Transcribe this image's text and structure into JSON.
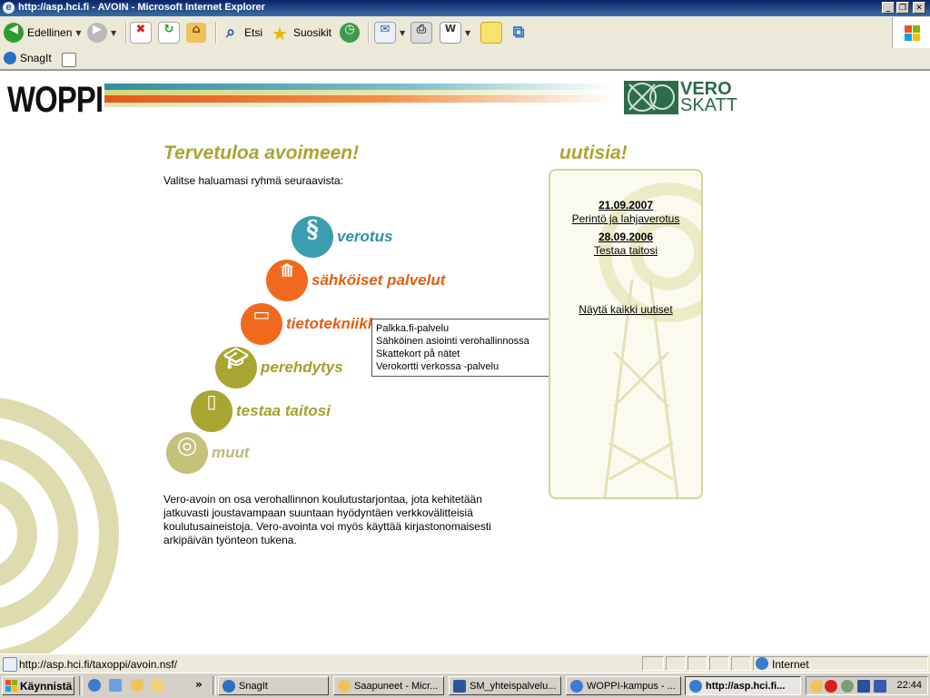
{
  "window": {
    "title": "http://asp.hci.fi - AVOIN - Microsoft Internet Explorer"
  },
  "toolbar": {
    "back_label": "Edellinen",
    "search_label": "Etsi",
    "favorites_label": "Suosikit"
  },
  "linksbar": {
    "snagit_label": "SnagIt"
  },
  "page": {
    "logo_text": "WOPPI",
    "partner_logo_line1": "VERO",
    "partner_logo_line2": "SKATT",
    "welcome_heading": "Tervetuloa avoimeen!",
    "choose_text": "Valitse haluamasi ryhmä seuraavista:",
    "categories": [
      {
        "label": "verotus",
        "icon": "paragraph-icon",
        "color": "#3c9cb0",
        "label_color": "#2f8fa6"
      },
      {
        "label": "sähköiset palvelut",
        "icon": "antenna-icon",
        "color": "#ef6a1e",
        "label_color": "#e25f12"
      },
      {
        "label": "tietotekniikka",
        "icon": "computer-icon",
        "color": "#ef6a1e",
        "label_color": "#e25f12"
      },
      {
        "label": "perehdytys",
        "icon": "graduation-cap-icon",
        "color": "#a9a531",
        "label_color": "#a2a02a"
      },
      {
        "label": "testaa taitosi",
        "icon": "book-icon",
        "color": "#a9a531",
        "label_color": "#a2a02a"
      },
      {
        "label": "muut",
        "icon": "rings-icon",
        "color": "#c4c17a",
        "label_color": "#bdb97a"
      }
    ],
    "description": "Vero-avoin on osa verohallinnon koulutustarjontaa, jota kehitetään jatkuvasti joustavampaan suuntaan hyödyntäen verkkovälitteisiä koulutusaineistoja. Vero-avointa voi myös käyttää kirjastonomaisesti arkipäivän työnteon tukena.",
    "submenu": [
      "Palkka.fi-palvelu",
      "Sähköinen asiointi verohallinnossa",
      "Skattekort på nätet",
      "Verokortti verkossa -palvelu"
    ]
  },
  "news": {
    "heading": "uutisia!",
    "items": [
      {
        "date": "21.09.2007",
        "title": "Perintö ja lahjaverotus"
      },
      {
        "date": "28.09.2006",
        "title": "Testaa taitosi"
      }
    ],
    "all_news_link": "Näytä kaikki uutiset"
  },
  "statusbar": {
    "url": "http://asp.hci.fi/taxoppi/avoin.nsf/",
    "zone": "Internet"
  },
  "taskbar": {
    "start_label": "Käynnistä",
    "tasks": [
      {
        "label": "SnagIt",
        "active": false
      },
      {
        "label": "Saapuneet - Micr...",
        "active": false
      },
      {
        "label": "SM_yhteispalvelu...",
        "active": false
      },
      {
        "label": "WOPPI-kampus - ...",
        "active": false
      },
      {
        "label": "http://asp.hci.fi...",
        "active": true
      }
    ],
    "clock": "22:44"
  },
  "colors": {
    "accent_olive": "#a9a531",
    "accent_orange": "#ef6a1e",
    "accent_teal": "#3c9cb0",
    "vero_green": "#2e6b49"
  }
}
